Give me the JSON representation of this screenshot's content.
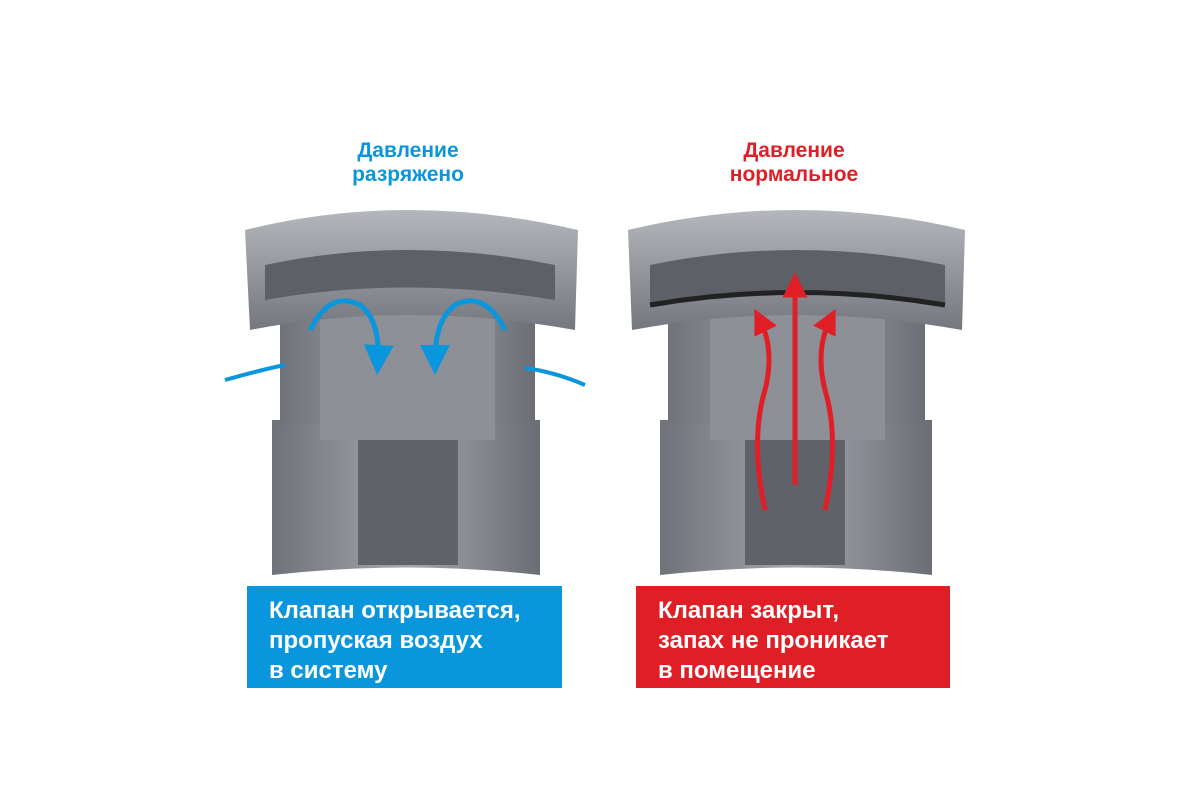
{
  "colors": {
    "blue": "#0a96dc",
    "red": "#e01e26",
    "valve_gray": "#8c8f96"
  },
  "left": {
    "title_lines": [
      "Давление",
      "разряжено"
    ],
    "caption_lines": [
      "Клапан открывается,",
      "пропуская воздух",
      "в систему"
    ]
  },
  "right": {
    "title_lines": [
      "Давление",
      "нормальное"
    ],
    "caption_lines": [
      "Клапан закрыт,",
      "запах не проникает",
      "в помещение"
    ]
  }
}
